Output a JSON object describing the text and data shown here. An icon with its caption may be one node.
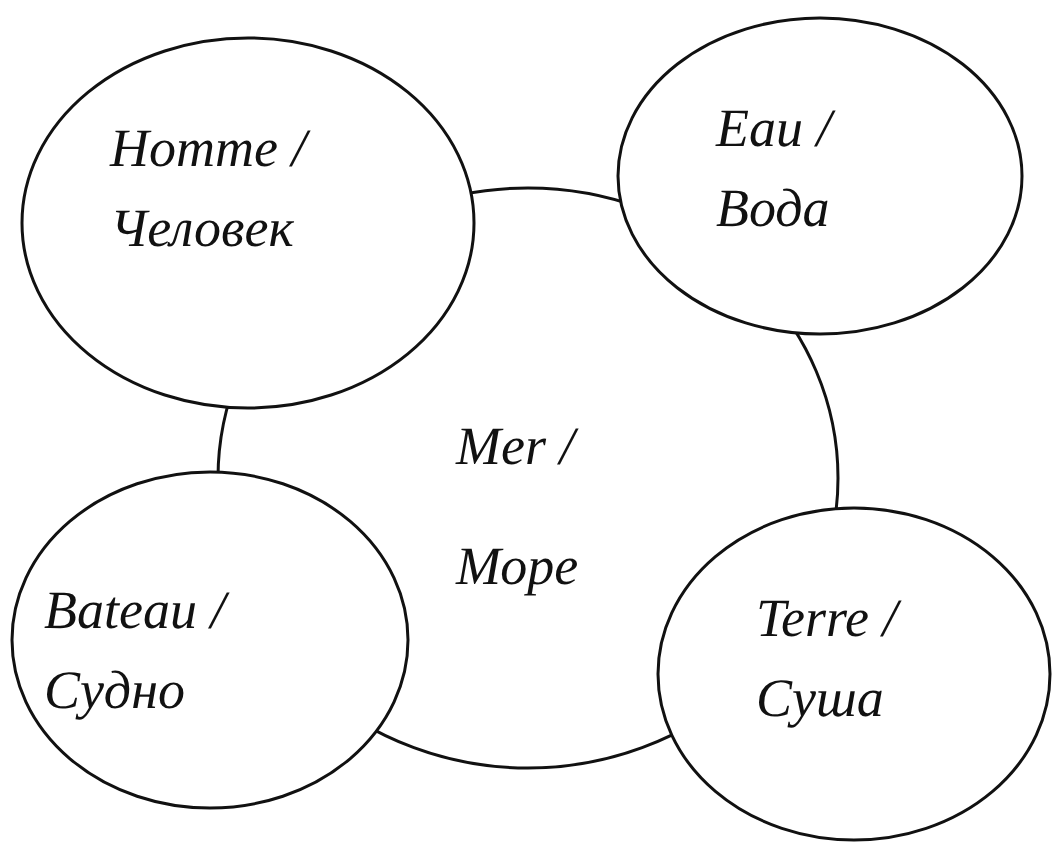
{
  "diagram": {
    "nodes": [
      {
        "text": [
          "Homme / Человек"
        ]
      },
      {
        "text": [
          "Eau / Вода"
        ]
      },
      {
        "text": [
          "Mer / Море"
        ]
      },
      {
        "text": [
          "Bateau / Судно"
        ]
      },
      {
        "text": [
          "Terre / Суша"
        ]
      }
    ]
  }
}
